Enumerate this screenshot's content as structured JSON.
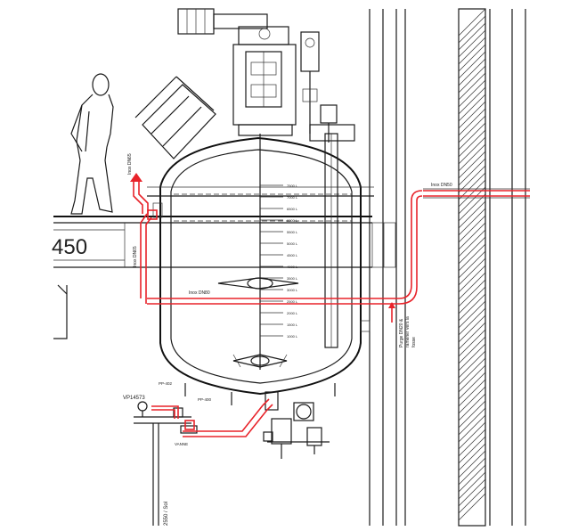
{
  "labels": {
    "floor_level": "450",
    "line_top_right": "Inox DN50",
    "line_center": "Inox DN80",
    "line_left_vertical": "Inox DN65",
    "line_inlet_top": "Inox DN65",
    "purge_note_1": "Purge DN20 &",
    "purge_note_2": "ramener vers la",
    "purge_note_3": "fosse",
    "valve_tag": "VP14573",
    "pipe_tag_1": "PP-402",
    "pipe_tag_2": "PP-400",
    "pipe_tag_3": "VANNE",
    "elevation": "2550 / Sol",
    "level_marks": [
      "1000 L",
      "1500 L",
      "2000 L",
      "2500 L",
      "3000 L",
      "3500 L",
      "4000 L",
      "4500 L",
      "5000 L",
      "5500 L",
      "6000 L",
      "6500 L",
      "7000 L",
      "7500 L"
    ]
  },
  "colors": {
    "line": "#1a1a1a",
    "highlight": "#e8232a",
    "background": "#ffffff"
  }
}
